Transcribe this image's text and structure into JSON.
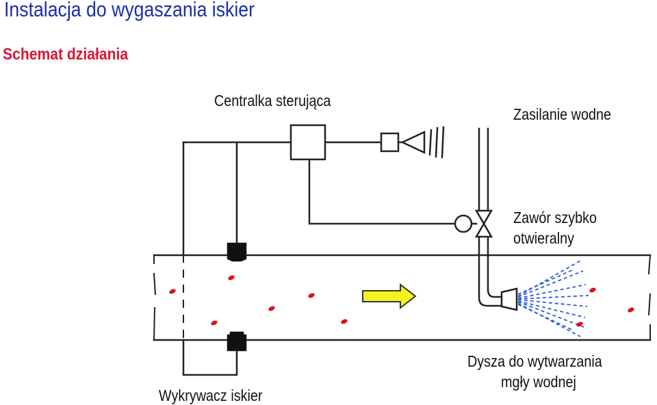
{
  "header": {
    "title": "Instalacja do wygaszania iskier",
    "subtitle": "Schemat działania"
  },
  "labels": {
    "control_unit": "Centralka sterująca",
    "water_supply": "Zasilanie wodne",
    "valve_line1": "Zawór szybko",
    "valve_line2": "otwieralny",
    "nozzle_line1": "Dysza do wytwarzania",
    "nozzle_line2": "mgły wodnej",
    "detector": "Wykrywacz iskier"
  },
  "colors": {
    "title": "#1c2ea8",
    "subtitle": "#d8163a",
    "spark": "#e0101a",
    "spray": "#2a5bd7",
    "arrow": "#f2f21e",
    "line": "#222222"
  },
  "icons": {
    "alarm": "horn-icon",
    "valve": "valve-icon",
    "nozzle": "nozzle-icon",
    "detector": "spark-detector-icon",
    "flow": "flow-arrow-icon"
  }
}
